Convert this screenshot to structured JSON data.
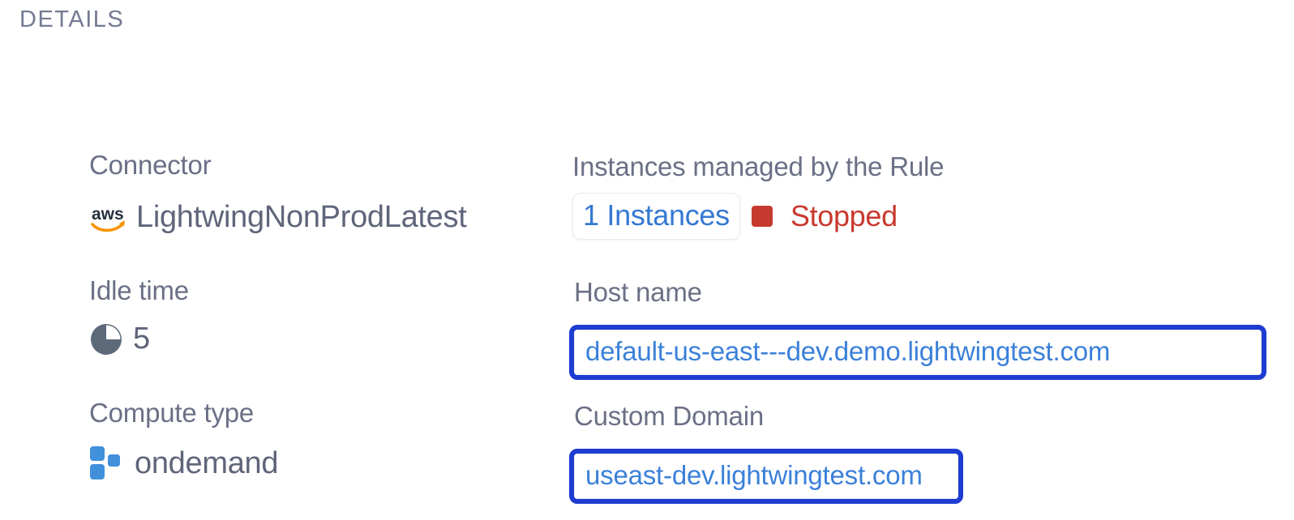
{
  "section": {
    "title": "DETAILS"
  },
  "colors": {
    "label_gray": "#6b7086",
    "value_gray": "#5f657a",
    "link_blue": "#3578d4",
    "domain_text_blue": "#3b80d9",
    "focus_border_blue": "#1d3cd2",
    "status_red": "#c6392e",
    "aws_navy": "#252f3e",
    "aws_orange": "#f79400",
    "compute_icon_blue": "#4190dc",
    "pie_icon_slate": "#5c6979"
  },
  "fields": {
    "connector": {
      "label": "Connector",
      "value": "LightwingNonProdLatest",
      "icon": "aws-icon"
    },
    "instances": {
      "label": "Instances managed by the Rule",
      "link_label": "1 Instances",
      "status_icon": "status-square-icon",
      "status_label": "Stopped"
    },
    "idle_time": {
      "label": "Idle time",
      "value": "5",
      "icon": "pie-chart-icon"
    },
    "host_name": {
      "label": "Host name",
      "value": "default-us-east---dev.demo.lightwingtest.com"
    },
    "compute_type": {
      "label": "Compute type",
      "value": "ondemand",
      "icon": "blocks-icon"
    },
    "custom_domain": {
      "label": "Custom Domain",
      "value": "useast-dev.lightwingtest.com"
    }
  }
}
